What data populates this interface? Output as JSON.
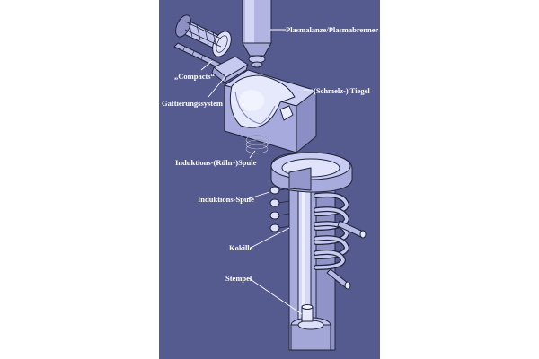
{
  "diagram": {
    "colors": {
      "background": "#555a8f",
      "page": "#ffffff",
      "part_light": "#cdd0f4",
      "part_mid": "#a8acdc",
      "part_dark": "#7d82b8",
      "outline": "#1f2438",
      "label_text": "#ffffff"
    },
    "labels": {
      "plasma_torch": "Plasmalanze/Plasmabrenner",
      "compacts": "„Compacts“",
      "crucible": "(Schmelz-) Tiegel",
      "gating_system": "Gattierungssystem",
      "stirring_coil": "Induktions-(Rühr-)Spule",
      "induction_coil": "Induktions-Spule",
      "mould": "Kokille",
      "plunger": "Stempel"
    }
  }
}
